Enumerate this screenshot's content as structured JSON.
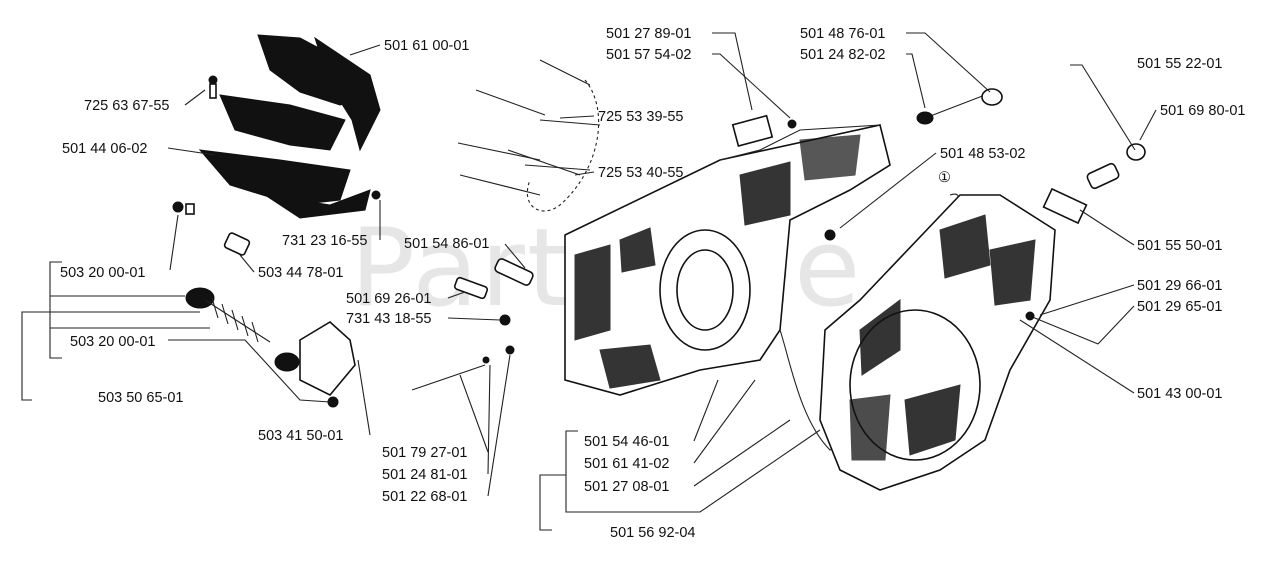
{
  "watermark": "PartsTree",
  "callout_symbol": "①",
  "labels": [
    "501 61 00-01",
    "725 63 67-55",
    "501 44 06-02",
    "731 23 16-55",
    "503 20 00-01",
    "503 44 78-01",
    "503 20 00-01",
    "503 50 65-01",
    "503 41 50-01",
    "725 53 39-55",
    "725 53 40-55",
    "501 54 86-01",
    "501 69 26-01",
    "731 43 18-55",
    "501 79 27-01",
    "501 24 81-01",
    "501 22 68-01",
    "501 27 89-01",
    "501 57 54-02",
    "501 48 76-01",
    "501 24 82-02",
    "501 55 22-01",
    "501 69 80-01",
    "501 48 53-02",
    "501 55 50-01",
    "501 29 66-01",
    "501 29 65-01",
    "501 43 00-01",
    "501 54 46-01",
    "501 61 41-02",
    "501 27 08-01",
    "501 56 92-04"
  ]
}
